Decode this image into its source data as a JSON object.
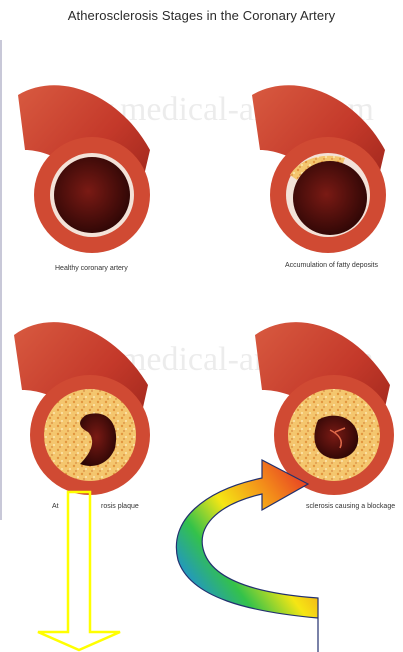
{
  "title": "Atherosclerosis Stages in the Coronary Artery",
  "watermark": "www.medical-artist.com",
  "captions": {
    "healthy": "Healthy coronary artery",
    "fatty": "Accumulation of fatty deposits",
    "plaque_left": "At",
    "plaque_right": "rosis plaque",
    "blockage": "sclerosis causing a blockage"
  },
  "colors": {
    "artery": "#c9402d",
    "artery_dark": "#8f1f16",
    "lumen": "#4a0d0a",
    "plaque": "#f2c36a",
    "arrow_down": "#ffff00"
  }
}
